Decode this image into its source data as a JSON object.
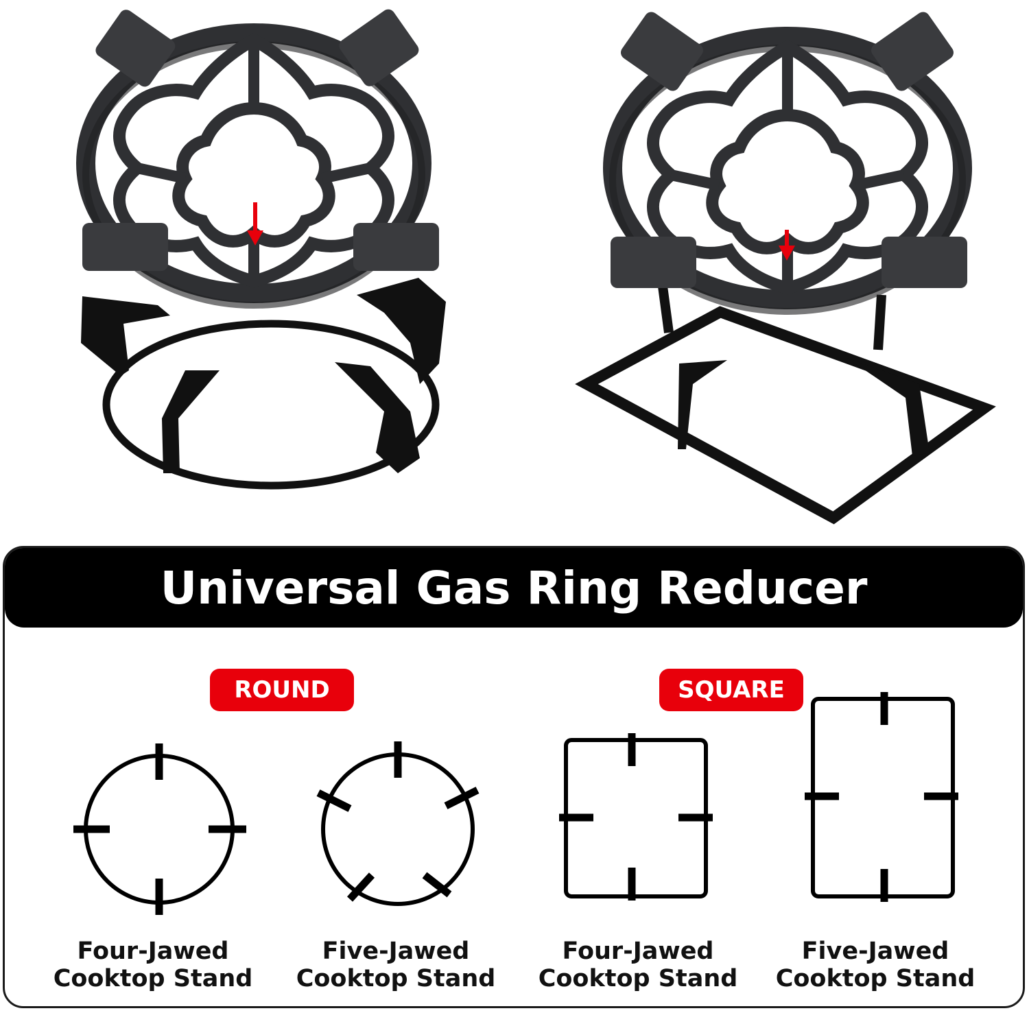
{
  "title": "Universal Gas Ring Reducer",
  "categories": {
    "round": "ROUND",
    "square": "SQUARE"
  },
  "items": [
    {
      "line1": "Four-Jawed",
      "line2": "Cooktop Stand"
    },
    {
      "line1": "Five-Jawed",
      "line2": "Cooktop Stand"
    },
    {
      "line1": "Four-Jawed",
      "line2": "Cooktop Stand"
    },
    {
      "line1": "Five-Jawed",
      "line2": "Cooktop Stand"
    }
  ],
  "colors": {
    "accent": "#e8000b",
    "banner": "#000000",
    "product": "#2f3033"
  },
  "icons": [
    "round-ring-reducer-photo",
    "square-ring-reducer-photo",
    "round-four-jaw-icon",
    "round-five-jaw-icon",
    "square-four-jaw-icon",
    "square-five-jaw-icon"
  ]
}
